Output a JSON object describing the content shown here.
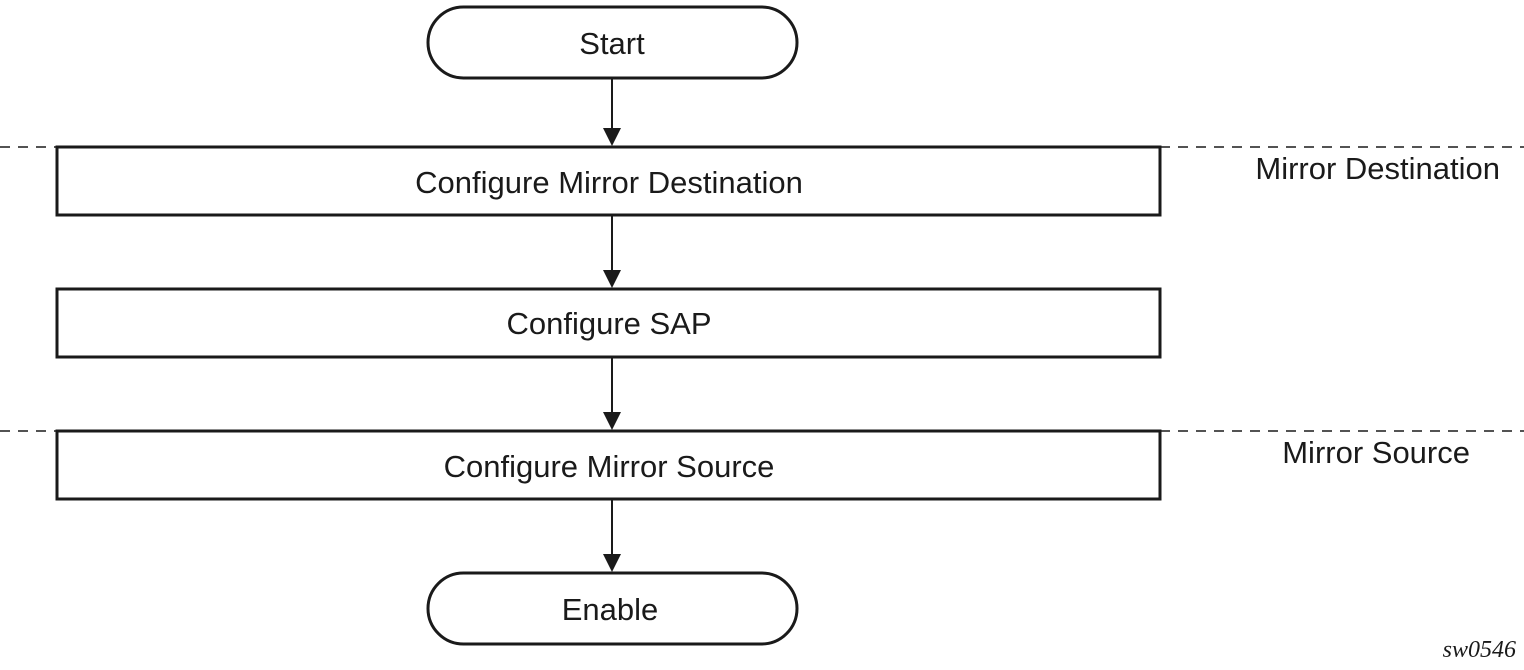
{
  "sections": {
    "destination": "Mirror Destination",
    "source": "Mirror Source"
  },
  "nodes": {
    "start": "Start",
    "configure_mirror_destination": "Configure Mirror Destination",
    "configure_sap": "Configure SAP",
    "configure_mirror_source": "Configure Mirror Source",
    "enable": "Enable"
  },
  "figure_id": "sw0546"
}
